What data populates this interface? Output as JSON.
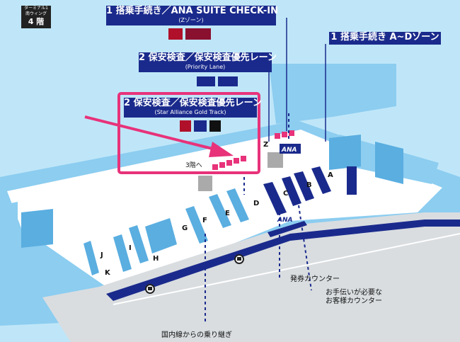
{
  "floor_badge": {
    "line1": "ターミナル1",
    "line2": "南ウィング",
    "floor": "4 階"
  },
  "labels": {
    "suite_title": "1 搭乗手続き／ANA SUITE CHECK-IN",
    "suite_sub": "(Zゾーン)",
    "priority_title": "2 保安検査／保安検査優先レーン",
    "priority_sub": "(Priority Lane)",
    "star_title": "2 保安検査／保安検査優先レーン",
    "star_sub": "(Star Alliance Gold Track)",
    "checkin_ad": "1 搭乗手続き A~Dゾーン",
    "ticket_counter": "発券カウンター",
    "assist_counter_1": "お手伝いが必要な",
    "assist_counter_2": "お客様カウンター",
    "domestic_transfer": "国内線からの乗り継ぎ",
    "floor3": "3階へ"
  },
  "zones": [
    "A",
    "B",
    "C",
    "D",
    "E",
    "F",
    "G",
    "H",
    "I",
    "J",
    "K",
    "Z"
  ],
  "brand": "ANA",
  "colors": {
    "navy": "#1a2a8c",
    "sky": "#bfe6f8",
    "floor": "#ffffff",
    "highlight": "#e8327a",
    "pink": "#e8327a"
  }
}
